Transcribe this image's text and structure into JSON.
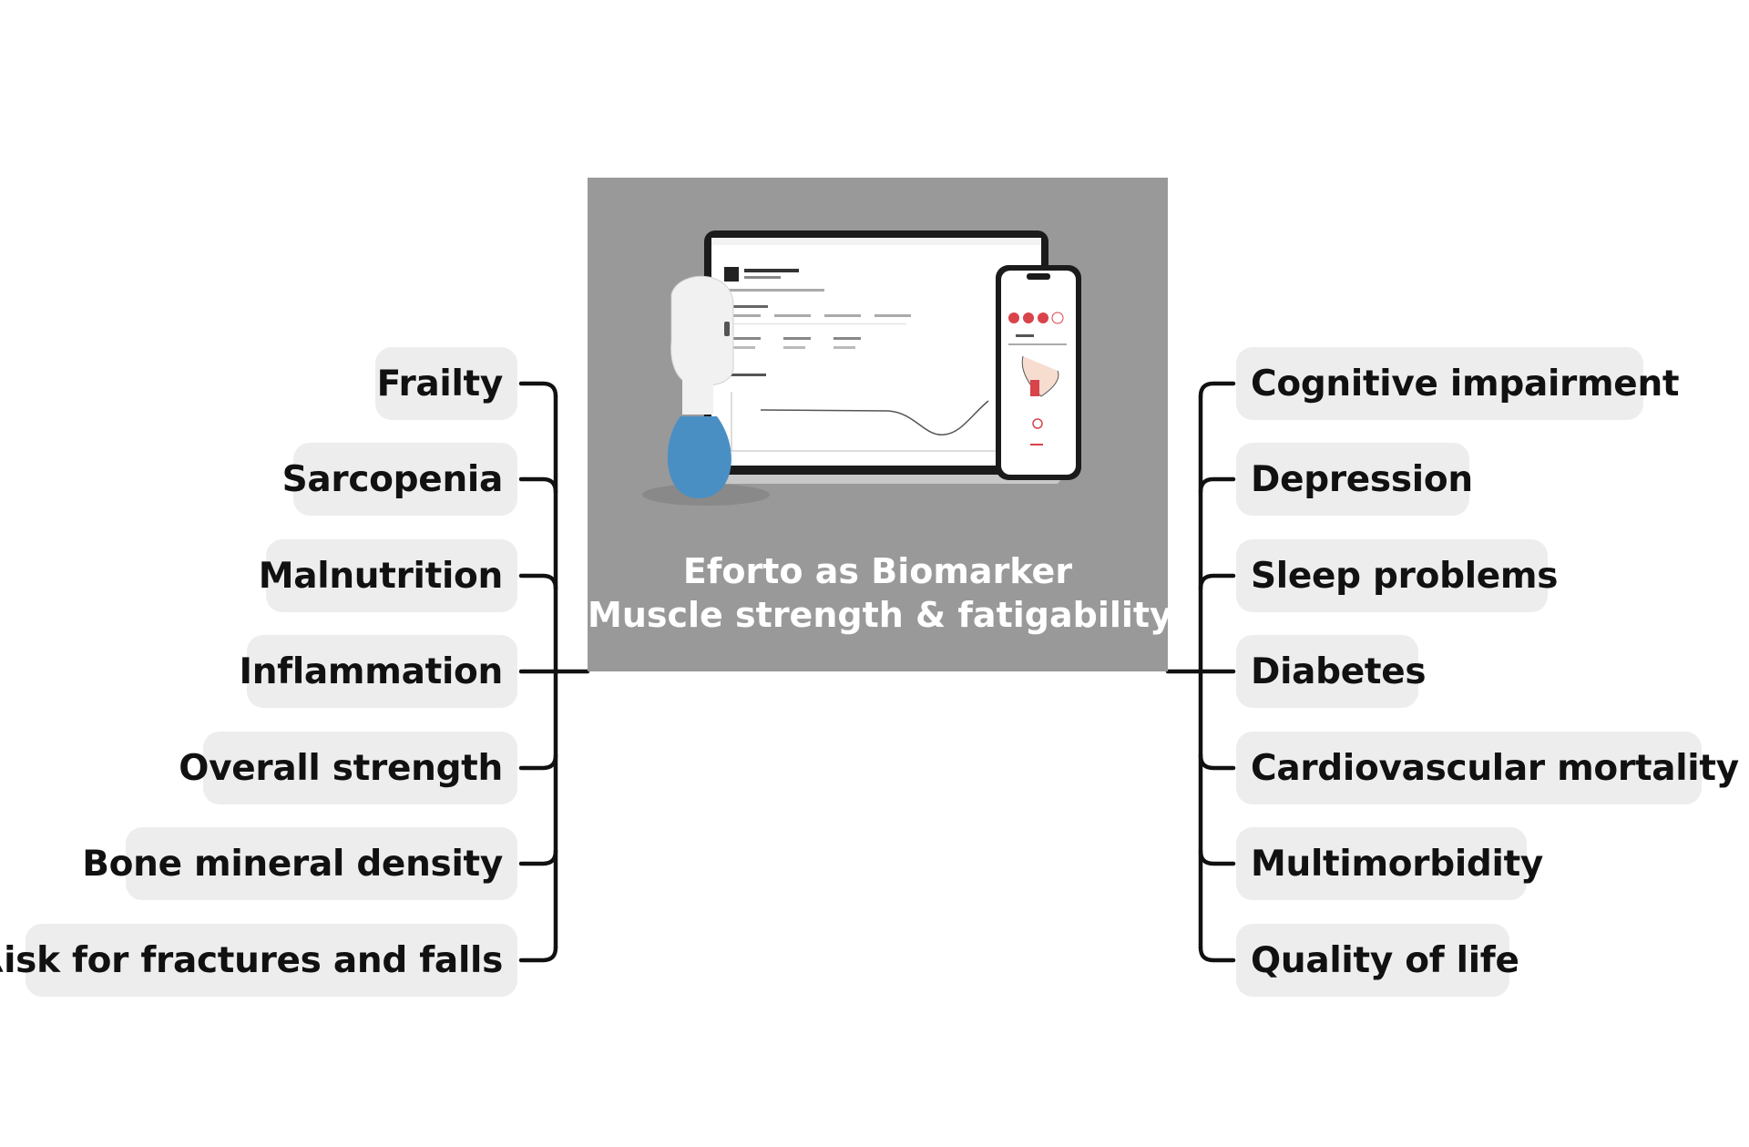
{
  "center": {
    "title_line1": "Eforto as Biomarker",
    "title_line2": "Muscle strength & fatigability"
  },
  "left_nodes": [
    {
      "label": "Frailty"
    },
    {
      "label": "Sarcopenia"
    },
    {
      "label": "Malnutrition"
    },
    {
      "label": "Inflammation"
    },
    {
      "label": "Overall strength"
    },
    {
      "label": "Bone mineral density"
    },
    {
      "label": "Risk for fractures and falls"
    }
  ],
  "right_nodes": [
    {
      "label": "Cognitive impairment"
    },
    {
      "label": "Depression"
    },
    {
      "label": "Sleep problems"
    },
    {
      "label": "Diabetes"
    },
    {
      "label": "Cardiovascular mortality"
    },
    {
      "label": "Multimorbidity"
    },
    {
      "label": "Quality of life"
    }
  ],
  "colors": {
    "connector": "#111111",
    "node_bg": "#ededed",
    "card_bg": "#999999",
    "bulb": "#4a8fc4",
    "accent_red": "#d9434a"
  }
}
